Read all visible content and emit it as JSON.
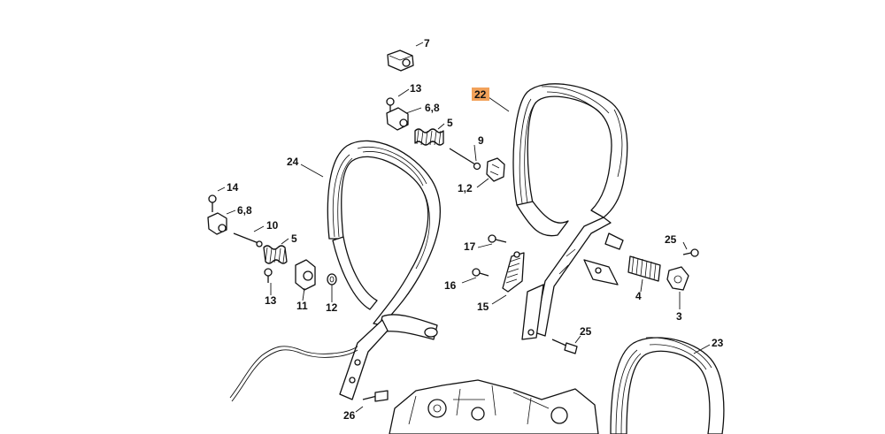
{
  "diagram": {
    "callouts": {
      "c7": "7",
      "c13a": "13",
      "c68a": "6,8",
      "c5a": "5",
      "c9": "9",
      "c12a": "1,2",
      "c22": "22",
      "c24": "24",
      "c14": "14",
      "c68b": "6,8",
      "c10": "10",
      "c5b": "5",
      "c13b": "13",
      "c11": "11",
      "c12": "12",
      "c17": "17",
      "c16": "16",
      "c15": "15",
      "c25a": "25",
      "c4": "4",
      "c3": "3",
      "c25b": "25",
      "c26": "26",
      "c23": "23"
    },
    "highlight_color": "#f2a25a"
  }
}
